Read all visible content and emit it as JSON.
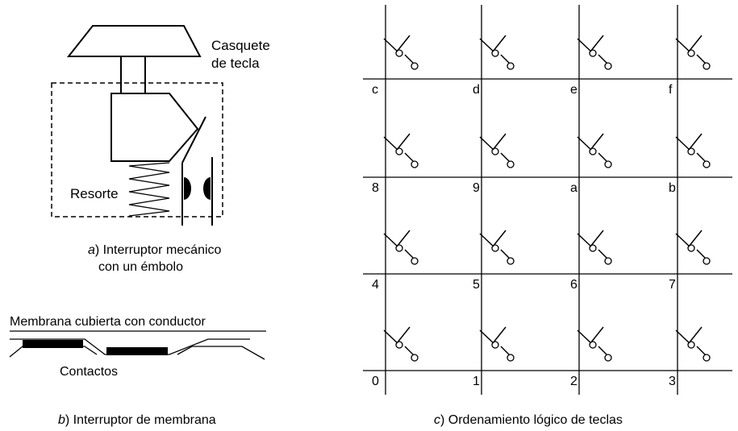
{
  "panel_a": {
    "keycap_label_line1": "Casquete",
    "keycap_label_line2": "de tecla",
    "spring_label": "Resorte",
    "caption_letter": "a",
    "caption_line1": ") Interruptor mecánico",
    "caption_line2": "con un émbolo"
  },
  "panel_b": {
    "membrane_label": "Membrana cubierta con conductor",
    "contacts_label": "Contactos",
    "caption_letter": "b",
    "caption_rest": ") Interruptor de membrana"
  },
  "panel_c": {
    "key_labels": [
      "0",
      "1",
      "2",
      "3",
      "4",
      "5",
      "6",
      "7",
      "8",
      "9",
      "a",
      "b",
      "c",
      "d",
      "e",
      "f"
    ],
    "caption_letter": "c",
    "caption_rest": ") Ordenamiento lógico de teclas"
  }
}
